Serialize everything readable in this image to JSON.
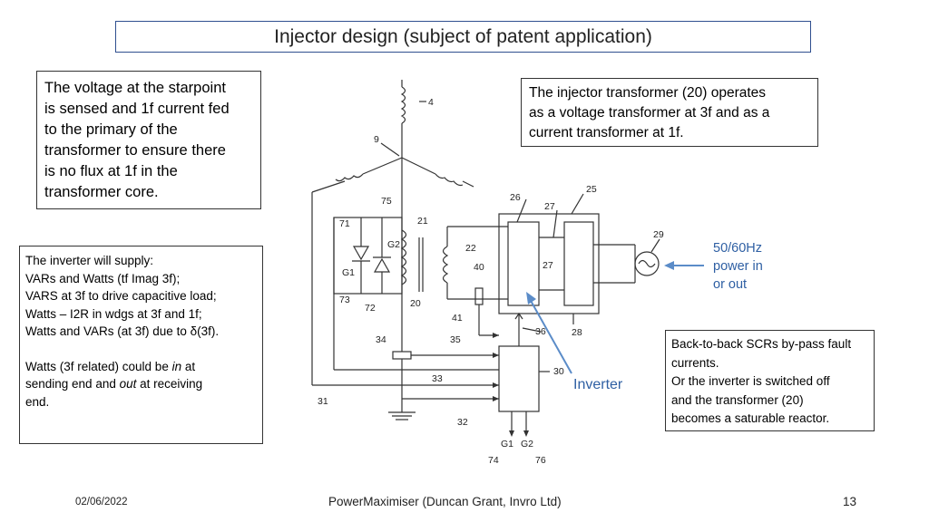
{
  "title": "Injector design (subject of patent application)",
  "notes": {
    "top_left": [
      "The voltage at the starpoint",
      "is sensed and 1f current fed",
      "to the primary of the",
      "transformer to ensure there",
      "is no flux at 1f in the",
      "transformer core."
    ],
    "top_right": [
      "The injector transformer (20) operates",
      "as a voltage transformer at 3f and as a",
      "current transformer at 1f."
    ],
    "left_para1": [
      "The inverter will supply:",
      "VARs and Watts (tf Imag 3f);",
      "VARS at 3f to drive capacitive load;",
      "Watts – I2R in wdgs at 3f and 1f;",
      "Watts and VARs (at 3f) due to δ(3f)."
    ],
    "left_para2": {
      "pre": "Watts (3f related) could be ",
      "in": "in",
      "mid": " at",
      "line2_pre": "sending end and ",
      "out": "out",
      "line2_post": " at receiving",
      "line3": "end."
    },
    "bottom_right": [
      "Back-to-back SCRs by-pass fault",
      "currents.",
      "Or the inverter is switched off",
      "and the transformer (20)",
      "becomes a saturable reactor."
    ]
  },
  "power_label": [
    "50/60Hz",
    "power in",
    "or out"
  ],
  "inverter_label": "Inverter",
  "diagram_labels": {
    "n4": "4",
    "n9": "9",
    "n75": "75",
    "n21": "21",
    "n71": "71",
    "g2": "G2",
    "g1": "G1",
    "n73": "73",
    "n72": "72",
    "n20": "20",
    "n22": "22",
    "n40": "40",
    "n41": "41",
    "n26": "26",
    "n27a": "27",
    "n27b": "27",
    "n25": "25",
    "n29": "29",
    "n28": "28",
    "n36": "36",
    "n34": "34",
    "n35": "35",
    "n33": "33",
    "n30": "30",
    "n31": "31",
    "n32": "32",
    "g1b": "G1",
    "g2b": "G2",
    "n74": "74",
    "n76": "76"
  },
  "footer": {
    "date": "02/06/2022",
    "center": "PowerMaximiser  (Duncan Grant, Invro Ltd)",
    "page": "13"
  },
  "colors": {
    "accent": "#2e5fa3",
    "title_border": "#2f4f8f"
  }
}
